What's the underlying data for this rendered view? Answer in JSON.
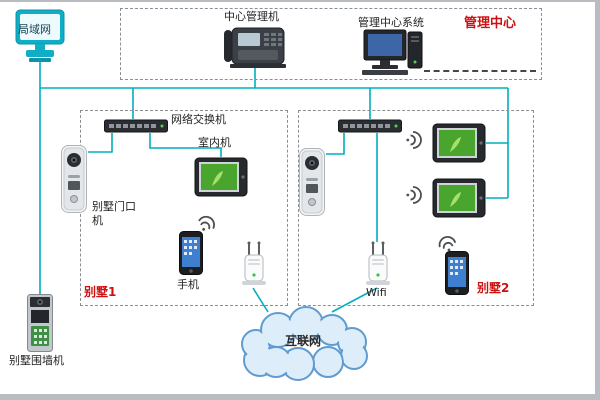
{
  "colors": {
    "wire": "#00aebf",
    "zone_title": "#cc1111",
    "label": "#222222",
    "cloud_stroke": "#5f9bd0",
    "lan_device": "#10aec6"
  },
  "management_center": {
    "title": "管理中心",
    "central_manager_label": "中心管理机",
    "system_label": "管理中心系统"
  },
  "lan": {
    "label": "局域网"
  },
  "villa1": {
    "title": "别墅1",
    "switch_label": "网络交换机",
    "indoor_unit_label": "室内机",
    "door_station_label": "别墅门口机",
    "mobile_label": "手机"
  },
  "villa2": {
    "title": "别墅2",
    "wifi_label": "Wifi"
  },
  "perimeter": {
    "label": "别墅围墙机"
  },
  "internet": {
    "label": "互联网"
  }
}
